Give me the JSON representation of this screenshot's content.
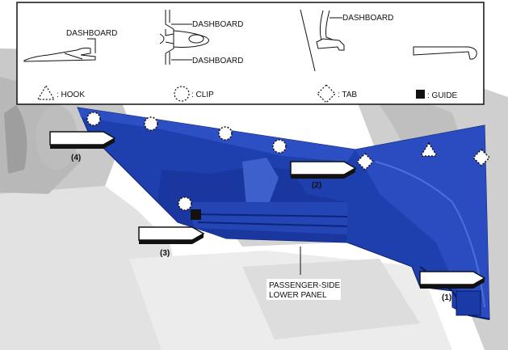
{
  "legend": {
    "dashboard_1": "DASHBOARD",
    "dashboard_2a": "DASHBOARD",
    "dashboard_2b": "DASHBOARD",
    "dashboard_3": "DASHBOARD",
    "hook": ": HOOK",
    "clip": ": CLIP",
    "tab": ": TAB",
    "guide": ": GUIDE"
  },
  "callouts": {
    "c1": "(1)",
    "c2": "(2)",
    "c3": "(3)",
    "c4": "(4)"
  },
  "part_label": {
    "line1": "PASSENGER-SIDE",
    "line2": "LOWER PANEL"
  },
  "colors": {
    "panel": "#1e3fae",
    "panel_dark": "#10278a",
    "panel_light": "#3f63d0",
    "interior": "#d7d7d7",
    "interior_dark": "#a9a9a9"
  }
}
